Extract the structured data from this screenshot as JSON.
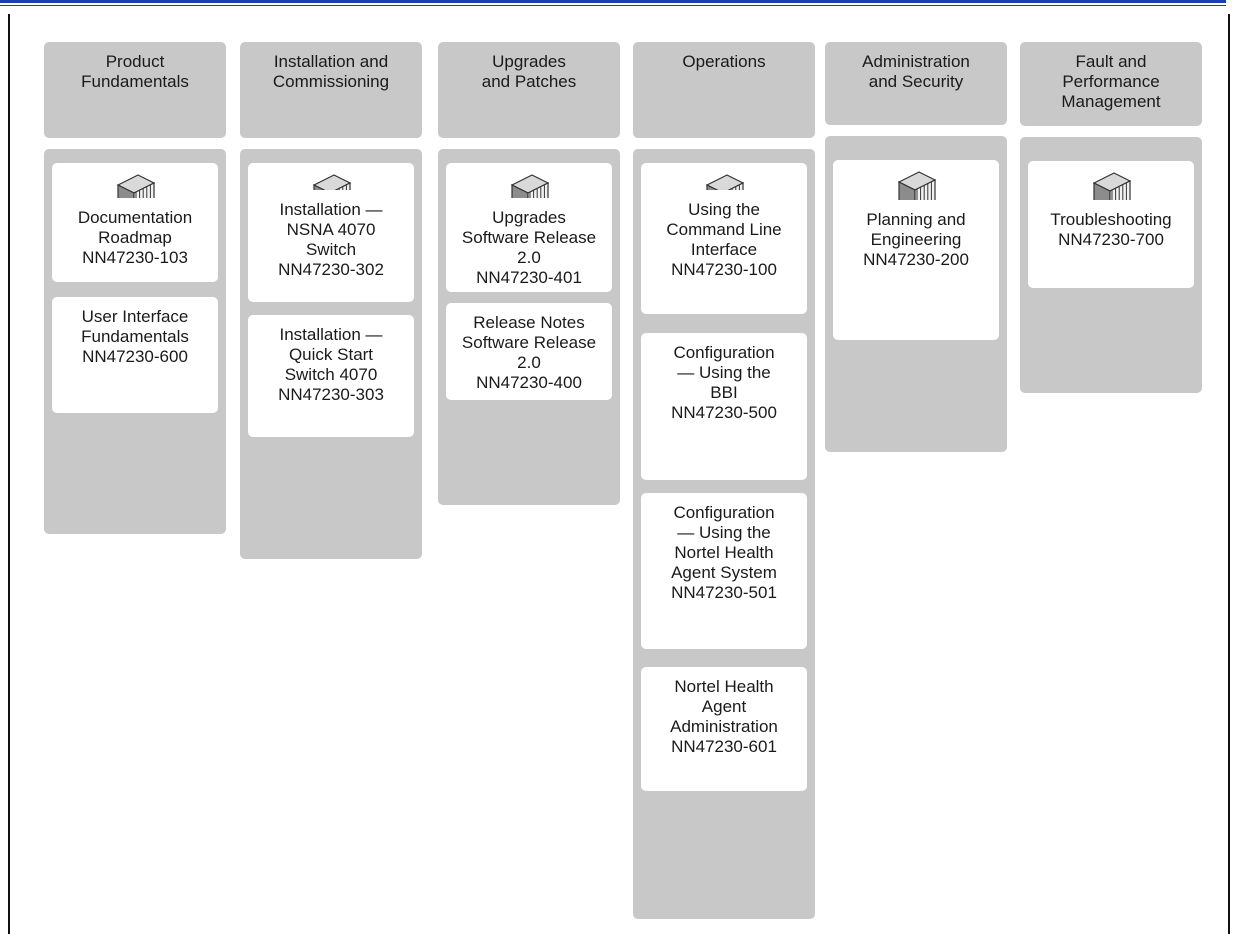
{
  "columns": [
    {
      "id": "product-fundamentals",
      "title": "Product\nFundamentals",
      "docs": [
        {
          "title": "Documentation\nRoadmap",
          "number": "NN47230-103"
        },
        {
          "title": "User Interface\nFundamentals",
          "number": "NN47230-600"
        }
      ]
    },
    {
      "id": "installation-commissioning",
      "title": "Installation and\nCommissioning",
      "docs": [
        {
          "title": "Installation —\nNSNA 4070\nSwitch",
          "number": "NN47230-302"
        },
        {
          "title": "Installation —\nQuick Start\nSwitch 4070",
          "number": "NN47230-303"
        }
      ]
    },
    {
      "id": "upgrades-patches",
      "title": "Upgrades\nand Patches",
      "docs": [
        {
          "title": "Upgrades\nSoftware Release\n2.0",
          "number": "NN47230-401"
        },
        {
          "title": "Release Notes\nSoftware Release\n2.0",
          "number": "NN47230-400"
        }
      ]
    },
    {
      "id": "operations",
      "title": "Operations",
      "docs": [
        {
          "title": "Using the\nCommand Line\nInterface",
          "number": "NN47230-100"
        },
        {
          "title": "Configuration\n— Using the\nBBI",
          "number": "NN47230-500"
        },
        {
          "title": "Configuration\n— Using the\nNortel Health\nAgent System",
          "number": "NN47230-501"
        },
        {
          "title": "Nortel Health\nAgent\nAdministration",
          "number": "NN47230-601"
        }
      ]
    },
    {
      "id": "administration-security",
      "title": "Administration\nand Security",
      "docs": [
        {
          "title": "Planning and\nEngineering",
          "number": "NN47230-200"
        }
      ]
    },
    {
      "id": "fault-performance",
      "title": "Fault and\nPerformance\nManagement",
      "docs": [
        {
          "title": "Troubleshooting",
          "number": "NN47230-700"
        }
      ]
    }
  ],
  "colors": {
    "panel": "#c8c8c8",
    "box": "#ffffff",
    "rule": "#1f3fae"
  },
  "icons": [
    "document-stack-icon",
    "down-arrow-icon"
  ]
}
